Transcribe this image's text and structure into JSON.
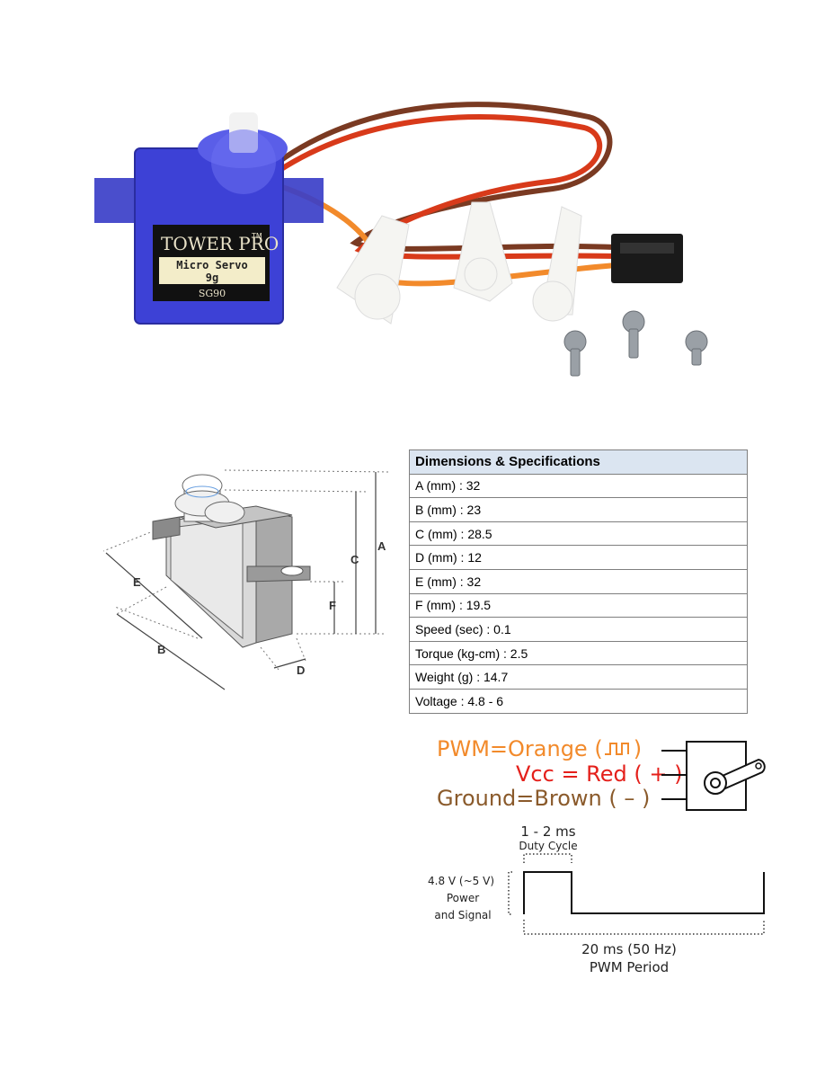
{
  "photo": {
    "brand": "TOWER PRO",
    "trademark": "TM",
    "product": "Micro Servo",
    "weight_badge": "9g",
    "model": "SG90"
  },
  "dimension_drawing": {
    "labels": [
      "A",
      "B",
      "C",
      "D",
      "E",
      "F"
    ]
  },
  "spec_table": {
    "header": "Dimensions & Specifications",
    "rows": [
      "A (mm) : 32",
      "B (mm) : 23",
      "C (mm) : 28.5",
      "D (mm) : 12",
      "E (mm) : 32",
      "F (mm) : 19.5",
      "Speed (sec) : 0.1",
      "Torque (kg-cm) : 2.5",
      "Weight (g) : 14.7",
      "Voltage : 4.8 - 6"
    ]
  },
  "pinout": {
    "pwm": "PWM=Orange (",
    "pwm_close": ")",
    "vcc": "Vcc = Red ( + )",
    "ground": "Ground=Brown ( – )",
    "colors": {
      "pwm": "#f28a2b",
      "vcc": "#e4201b",
      "ground": "#8a5a2b"
    }
  },
  "pwm_diagram": {
    "duty_range": "1 - 2 ms",
    "duty_label": "Duty Cycle",
    "voltage": "4.8 V (~5 V)",
    "voltage_sub1": "Power",
    "voltage_sub2": "and Signal",
    "period": "20 ms (50 Hz)",
    "period_label": "PWM Period"
  }
}
